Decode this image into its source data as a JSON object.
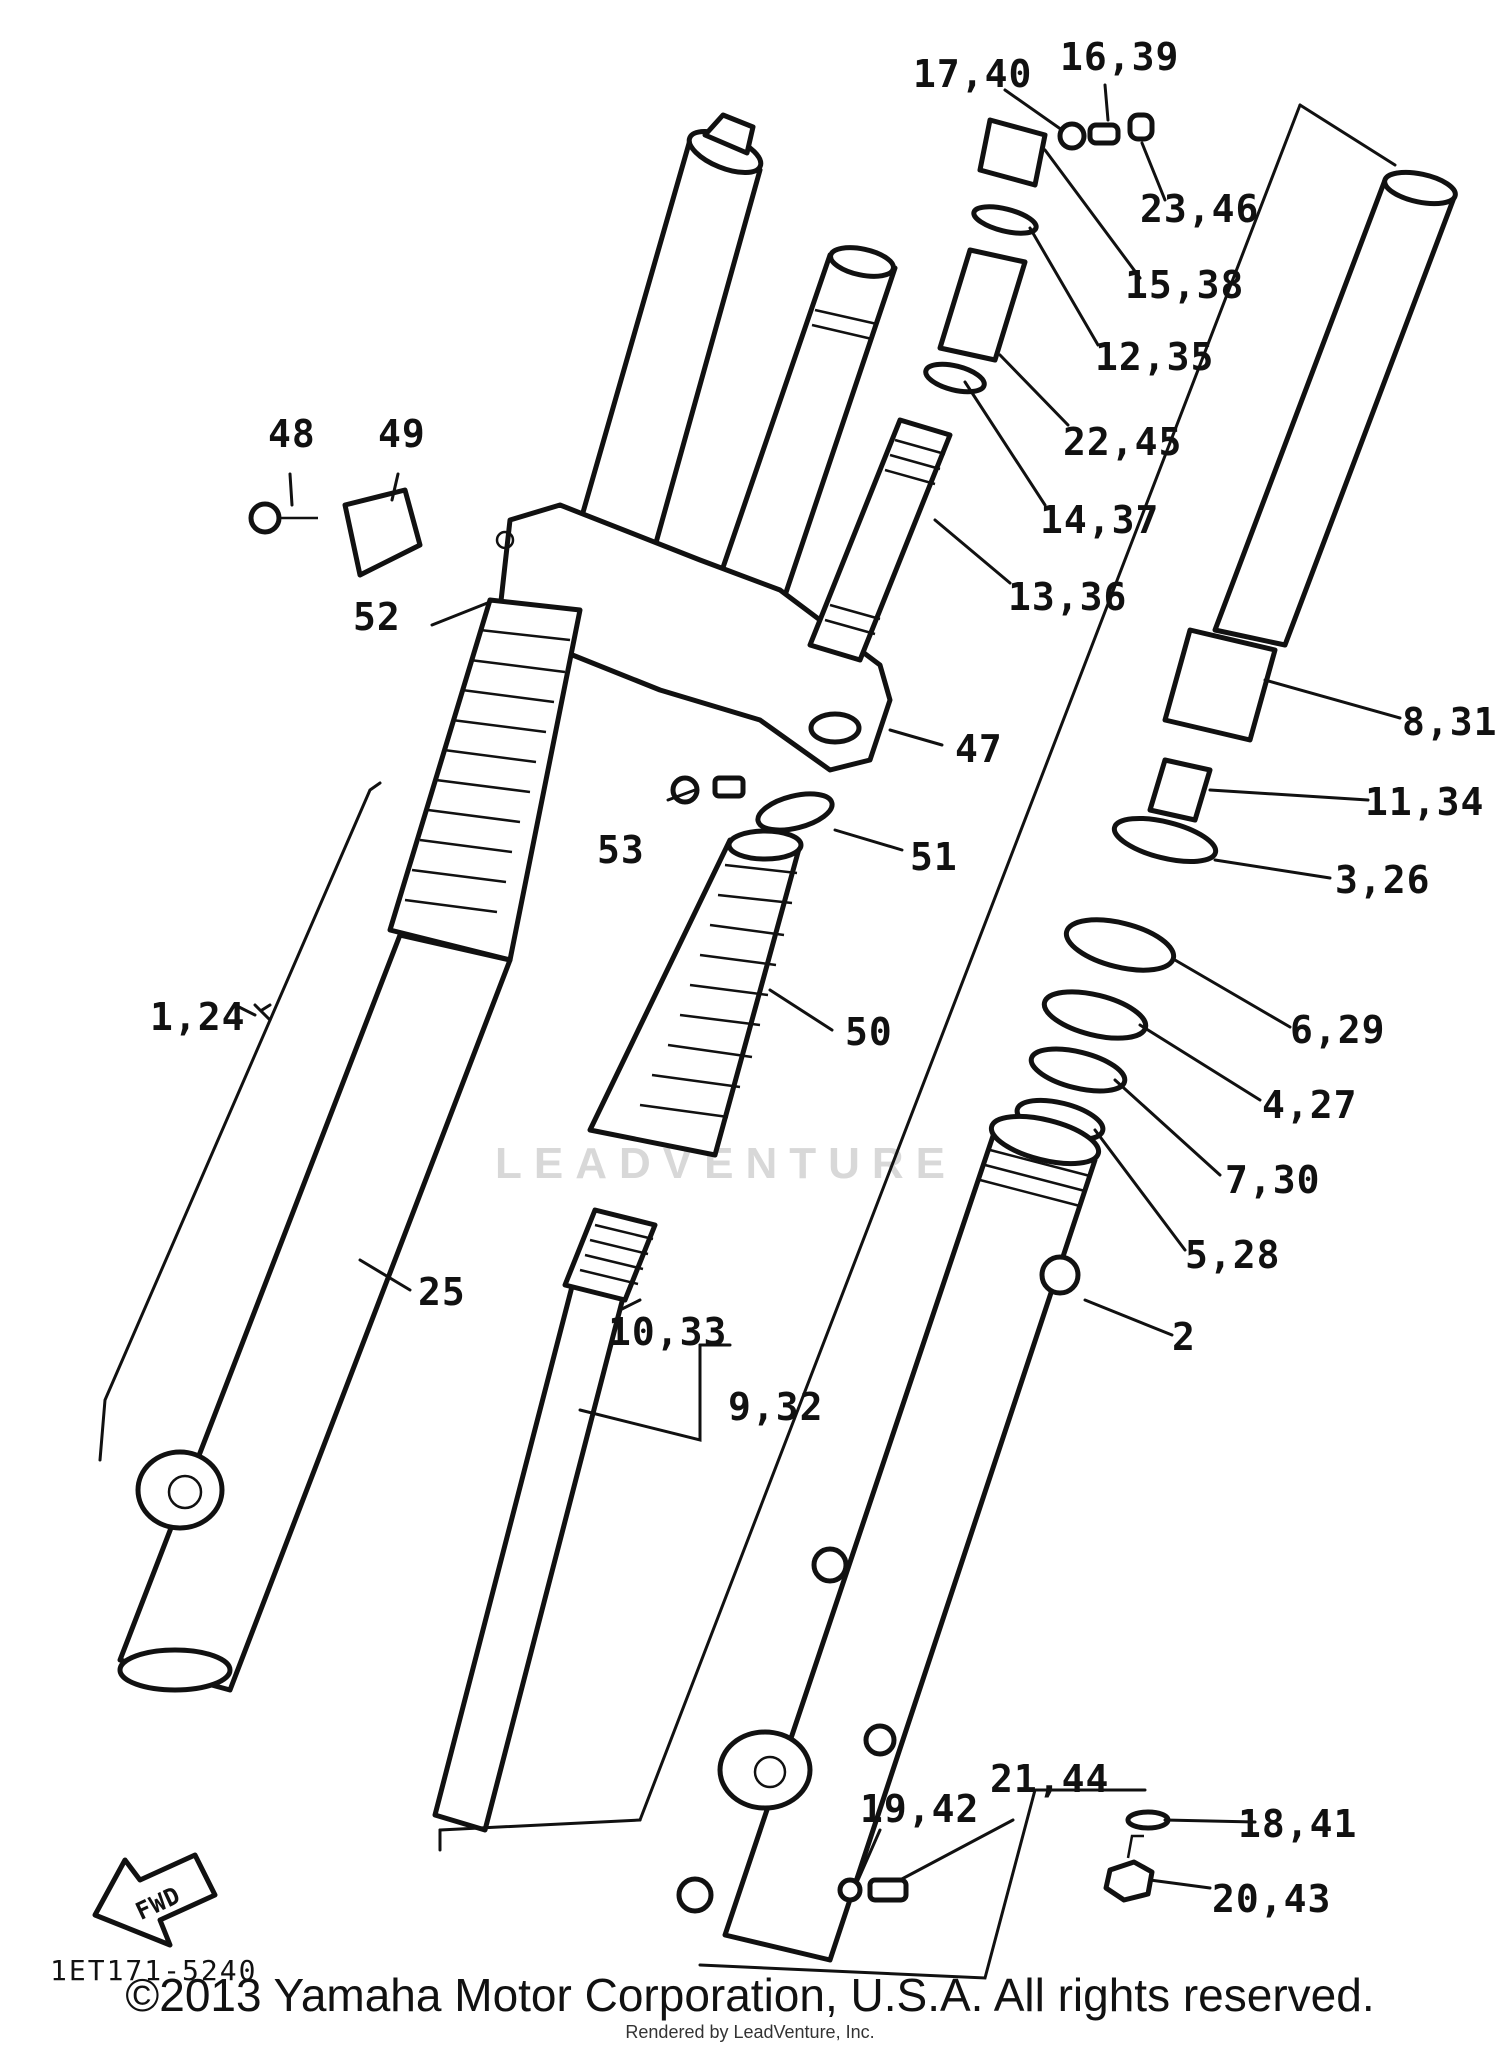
{
  "diagram_code": "1ET171-5240",
  "fwd_label": "FWD",
  "watermark": "LEADVENTURE",
  "copyright": "©2013 Yamaha Motor Corporation, U.S.A. All rights reserved.",
  "rendered_by": "Rendered by LeadVenture, Inc.",
  "callouts": [
    {
      "id": "c1740",
      "text": "17,40"
    },
    {
      "id": "c1639",
      "text": "16,39"
    },
    {
      "id": "c2346",
      "text": "23,46"
    },
    {
      "id": "c1538",
      "text": "15,38"
    },
    {
      "id": "c1235",
      "text": "12,35"
    },
    {
      "id": "c2245",
      "text": "22,45"
    },
    {
      "id": "c1437",
      "text": "14,37"
    },
    {
      "id": "c1336",
      "text": "13,36"
    },
    {
      "id": "c48",
      "text": "48"
    },
    {
      "id": "c49",
      "text": "49"
    },
    {
      "id": "c52",
      "text": "52"
    },
    {
      "id": "c47",
      "text": "47"
    },
    {
      "id": "c831",
      "text": "8,31"
    },
    {
      "id": "c1134",
      "text": "11,34"
    },
    {
      "id": "c326",
      "text": "3,26"
    },
    {
      "id": "c53",
      "text": "53"
    },
    {
      "id": "c51",
      "text": "51"
    },
    {
      "id": "c124",
      "text": "1,24"
    },
    {
      "id": "c50",
      "text": "50"
    },
    {
      "id": "c629",
      "text": "6,29"
    },
    {
      "id": "c427",
      "text": "4,27"
    },
    {
      "id": "c730",
      "text": "7,30"
    },
    {
      "id": "c528",
      "text": "5,28"
    },
    {
      "id": "c25",
      "text": "25"
    },
    {
      "id": "c2",
      "text": "2"
    },
    {
      "id": "c1033",
      "text": "10,33"
    },
    {
      "id": "c932",
      "text": "9,32"
    },
    {
      "id": "c2144",
      "text": "21,44"
    },
    {
      "id": "c1942",
      "text": "19,42"
    },
    {
      "id": "c1841",
      "text": "18,41"
    },
    {
      "id": "c2043",
      "text": "20,43"
    }
  ]
}
